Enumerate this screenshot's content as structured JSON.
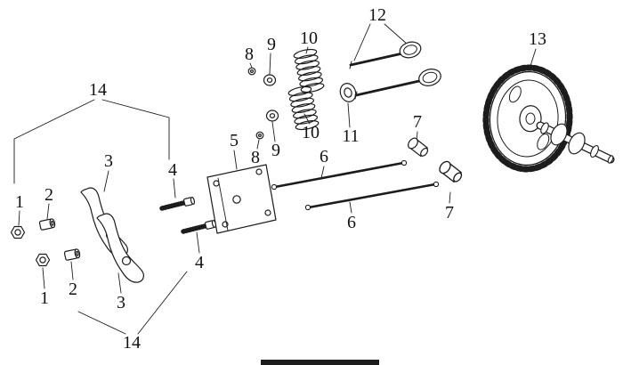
{
  "diagram": {
    "type": "exploded-parts-diagram",
    "background": "#ffffff",
    "line_color": "#1c1c1c",
    "labels": [
      {
        "text": "8"
      },
      {
        "text": "9"
      },
      {
        "text": "10"
      },
      {
        "text": "12"
      },
      {
        "text": "13"
      },
      {
        "text": "14"
      },
      {
        "text": "10"
      },
      {
        "text": "8"
      },
      {
        "text": "9"
      },
      {
        "text": "11"
      },
      {
        "text": "5"
      },
      {
        "text": "3"
      },
      {
        "text": "4"
      },
      {
        "text": "6"
      },
      {
        "text": "7"
      },
      {
        "text": "1"
      },
      {
        "text": "2"
      },
      {
        "text": "6"
      },
      {
        "text": "7"
      },
      {
        "text": "1"
      },
      {
        "text": "2"
      },
      {
        "text": "3"
      },
      {
        "text": "4"
      },
      {
        "text": "14"
      }
    ],
    "parts": {
      "1": "nut",
      "2": "pivot-bushing",
      "3": "rocker-arm",
      "4": "adjusting-screw",
      "5": "mounting-plate",
      "6": "push-rod",
      "7": "valve-lifter",
      "8": "valve-keeper",
      "9": "spring-retainer",
      "10": "valve-spring",
      "11": "valve-guide-seal",
      "12": "valve",
      "13": "camshaft-gear-assembly",
      "14": "rocker-arm-assembly"
    }
  }
}
